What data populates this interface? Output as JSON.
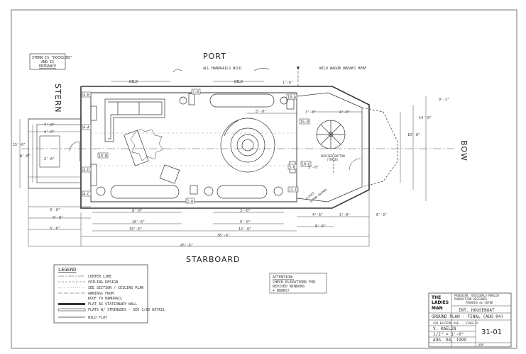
{
  "labels": {
    "port": "PORT",
    "starboard": "STARBOARD",
    "stern": "STERN",
    "bow": "BOW",
    "stern_note": [
      "STERN IS \"DOCKSIDE\"",
      "AND IS",
      "ENTRANCE"
    ],
    "handrails": "ALL HANDRAILS WILD",
    "wild_wagon": "WILD WAGON BREAKS HERE",
    "wild": "WILD",
    "revised_bottom": [
      "REVISED BOTTOM",
      "(TRACK)"
    ],
    "closet": [
      "CLOSET",
      "SHOWN DASHED"
    ]
  },
  "dimensions": {
    "d_9_2": "9'-2\"",
    "d_14_0": "14'-0\"",
    "d_10_0": "10'-0\"",
    "d_4_0": "4'-0\"",
    "d_3_0": "3'-0\"",
    "d_5_9": "5'-9\"",
    "d_1_6": "1'-6\"",
    "d_15_6": "15'-6\"",
    "d_8_6": "8'-6\"",
    "d_2_6": "2'-6\"",
    "d_3_6": "3'-6\"",
    "d_4_0b": "4'-0\"",
    "d_6_6": "6'-6\"",
    "d_8_0": "8'-0\"",
    "d_10_6": "10'-6\"",
    "d_13_6": "13'-6\"",
    "d_3_0b": "3'-0\"",
    "d_9_0": "9'-0\"",
    "d_12_0": "12'-0\"",
    "d_38_6": "38'-6\"",
    "d_45_6": "45'-6\"",
    "d_4_6": "4'-6\"",
    "d_3_0c": "3'-0\"",
    "d_6_3": "6'-3\"",
    "d_8_6b": "8'-6\"",
    "d_7_0": "7'-0\"",
    "d_4_0c": "4'-0\"",
    "d_5_0": "5'-0\""
  },
  "legend": {
    "title": "LEGEND",
    "items": [
      "CENTER LINE",
      "CEILING DESIGN",
      "SEE SECTION / CEILING PLAN",
      "AWNINGS FROM",
      "ROOF TO HANDRAIL",
      "FLAT AS STATIONARY WALL",
      "FLATS W/ STRINGERS - SEE 1/10 DETAIL",
      "WILD FLAT"
    ]
  },
  "attention": {
    "title": "ATTENTION:",
    "lines": [
      "CHECK ELEVATIONS FOR",
      "REVISED WINDOWS",
      "+ DOORS!"
    ]
  },
  "title_block": {
    "logo": [
      "THE",
      "LADIES",
      "MAN"
    ],
    "credits": [
      "PRODUCER: ORIGINALS-MARLIN",
      "PRODUCTION DESIGNER",
      "FRANCES de COTHE"
    ],
    "set_name": "INT. HOUSEBOAT",
    "sheet_title": "GROUND PLAN - FINAL (AUG 04)",
    "location": "428 EASTERN AVE. - STAGE 9",
    "drawn_by": "V. KAELIN",
    "scale": "1/2\" = 1'-0\"",
    "date": "AUG. 04, 1999",
    "sheet_number": "31-01",
    "approved": "APP"
  },
  "tags": [
    "4-B",
    "4-A",
    "4-C",
    "4-D",
    "10-B",
    "10-A",
    "15-B",
    "11-D",
    "2-A",
    "2-B",
    "10-C",
    "5-B"
  ]
}
